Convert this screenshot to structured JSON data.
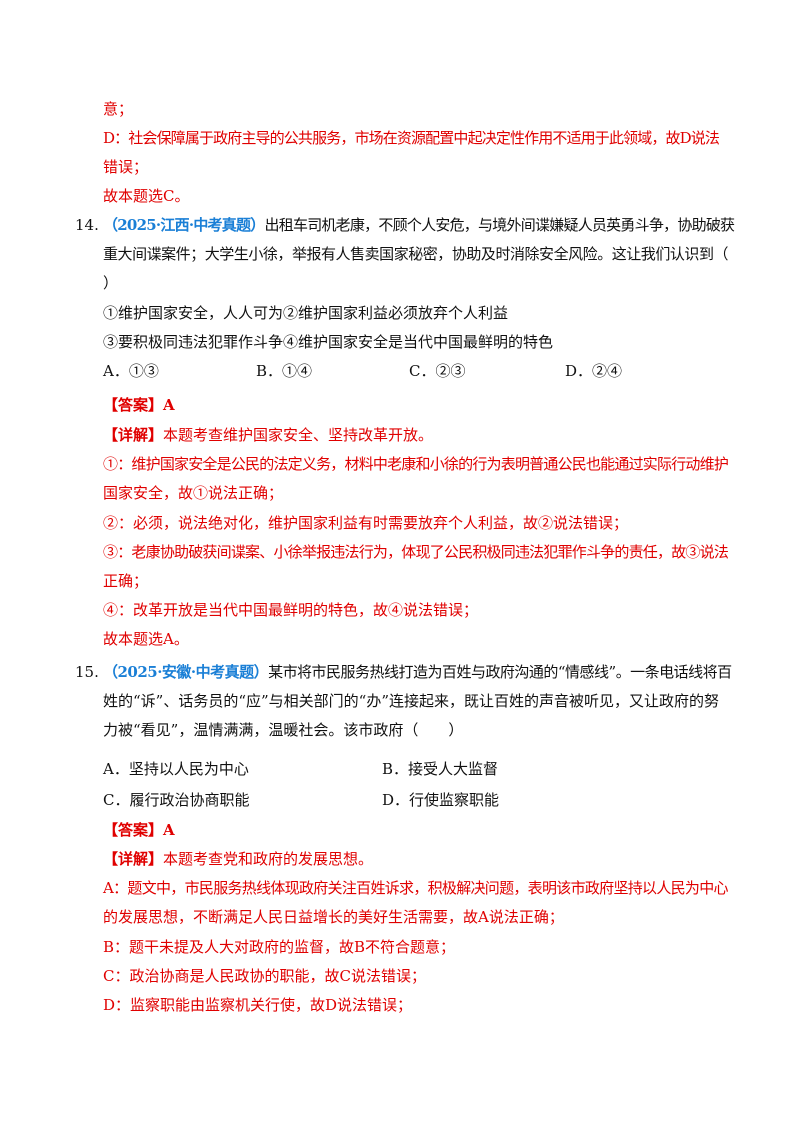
{
  "q13_tail": {
    "line1": "意；",
    "line2": "D：社会保障属于政府主导的公共服务，市场在资源配置中起决定性作用不适用于此领域，故D说法",
    "line3": "错误；",
    "conclusion": "故本题选C。"
  },
  "q14": {
    "number": "14.",
    "source": "（2025·江西·中考真题）",
    "stem_1": "出租车司机老康，不顾个人安危，与境外间谍嫌疑人员英勇斗争，协助破获",
    "stem_2": "重大间谍案件；大学生小徐，举报有人售卖国家秘密，协助及时消除安全风险。这让我们认识到（",
    "stem_3": "）",
    "item_1": "①维护国家安全，人人可为②维护国家利益必须放弃个人利益",
    "item_2": "③要积极同违法犯罪作斗争④维护国家安全是当代中国最鲜明的特色",
    "options": [
      "A．①③",
      "B．①④",
      "C．②③",
      "D．②④"
    ],
    "answer": "【答案】A",
    "detail_label": "【详解】",
    "detail": "本题考查维护国家安全、坚持改革开放。",
    "e1_1": "①：维护国家安全是公民的法定义务，材料中老康和小徐的行为表明普通公民也能通过实际行动维护",
    "e1_2": "国家安全，故①说法正确；",
    "e2": "②：必须，说法绝对化，维护国家利益有时需要放弃个人利益，故②说法错误；",
    "e3_1": "③：老康协助破获间谍案、小徐举报违法行为，体现了公民积极同违法犯罪作斗争的责任，故③说法",
    "e3_2": "正确；",
    "e4": "④：改革开放是当代中国最鲜明的特色，故④说法错误；",
    "conclusion": "故本题选A。"
  },
  "q15": {
    "number": "15.",
    "source": "（2025·安徽·中考真题）",
    "stem_1": "某市将市民服务热线打造为百姓与政府沟通的“情感线”。一条电话线将百",
    "stem_2": "姓的“诉”、话务员的“应”与相关部门的“办”连接起来，既让百姓的声音被听见，又让政府的努",
    "stem_3": "力被“看见”，温情满满，温暖社会。该市政府（　　）",
    "options": [
      "A．坚持以人民为中心",
      "B．接受人大监督",
      "C．履行政治协商职能",
      "D．行使监察职能"
    ],
    "answer": "【答案】A",
    "detail_label": "【详解】",
    "detail": "本题考查党和政府的发展思想。",
    "eA_1": "A：题文中，市民服务热线体现政府关注百姓诉求，积极解决问题，表明该市政府坚持以人民为中心",
    "eA_2": "的发展思想，不断满足人民日益增长的美好生活需要，故A说法正确；",
    "eB": "B：题干未提及人大对政府的监督，故B不符合题意；",
    "eC": "C：政治协商是人民政协的职能，故C说法错误；",
    "eD": "D：监察职能由监察机关行使，故D说法错误；"
  }
}
